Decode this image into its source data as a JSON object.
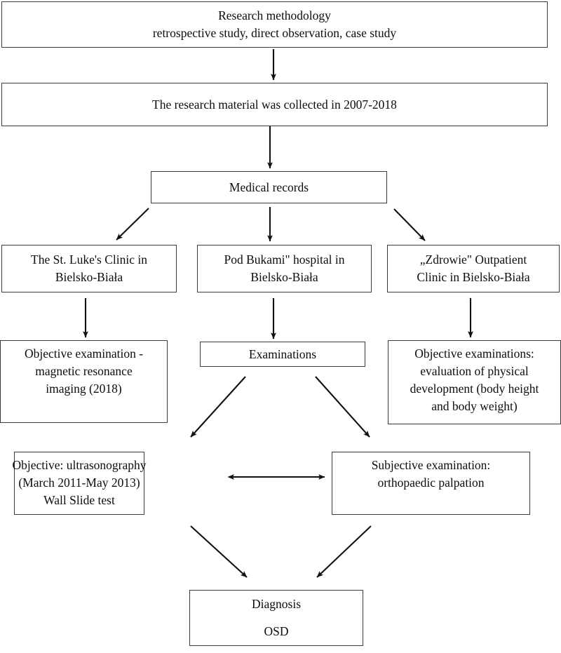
{
  "diagram": {
    "title": "Research methodology flowchart",
    "type": "flowchart",
    "background_color": "#ffffff",
    "border_color": "#3b3b3b",
    "text_color": "#0d0d0d"
  },
  "nodes": {
    "research_methodology": {
      "line1": "Research methodology",
      "line2": "retrospective study, direct observation, case study"
    },
    "research_material": {
      "line1": "The research material was collected in 2007-2018"
    },
    "medical_records": {
      "line1": "Medical records"
    },
    "clinic_luke": {
      "line1": "The St. Luke's Clinic in",
      "line2": "Bielsko-Biała"
    },
    "clinic_pod_bukami": {
      "line1": "Pod Bukami\" hospital in",
      "line2": "Bielsko-Biała"
    },
    "clinic_zdrowie": {
      "line1": "„Zdrowie\" Outpatient",
      "line2": "Clinic in Bielsko-Biała"
    },
    "objective_mri": {
      "line1": "Objective examination -",
      "line2": "magnetic resonance",
      "line3": "imaging (2018)"
    },
    "examinations": {
      "line1": "Examinations"
    },
    "objective_physical": {
      "line1": "Objective examinations:",
      "line2": "evaluation of physical",
      "line3": "development (body height",
      "line4": "and body weight)"
    },
    "objective_usg": {
      "line1": "Objective: ultrasonography",
      "line2": "(March 2011-May 2013)",
      "line3": "Wall Slide test"
    },
    "subjective_exam": {
      "line1": "Subjective examination:",
      "line2": "orthopaedic palpation"
    },
    "diagnosis": {
      "line1": "Diagnosis",
      "line2": "OSD"
    }
  },
  "edges": [
    {
      "name": "methodology-to-material",
      "kind": "vertical-arrow"
    },
    {
      "name": "material-to-records",
      "kind": "vertical-arrow"
    },
    {
      "name": "records-to-luke",
      "kind": "diagonal-arrow"
    },
    {
      "name": "records-to-pod-bukami",
      "kind": "vertical-arrow"
    },
    {
      "name": "records-to-zdrowie",
      "kind": "diagonal-arrow"
    },
    {
      "name": "luke-to-mri",
      "kind": "vertical-arrow"
    },
    {
      "name": "pod-bukami-to-examinations",
      "kind": "vertical-arrow"
    },
    {
      "name": "zdrowie-to-physical",
      "kind": "vertical-arrow"
    },
    {
      "name": "examinations-to-usg",
      "kind": "diagonal-arrow"
    },
    {
      "name": "examinations-to-subjective",
      "kind": "diagonal-arrow"
    },
    {
      "name": "usg-subjective-bidirectional",
      "kind": "double-arrow"
    },
    {
      "name": "usg-to-diagnosis",
      "kind": "diagonal-arrow"
    },
    {
      "name": "subjective-to-diagnosis",
      "kind": "diagonal-arrow"
    }
  ]
}
